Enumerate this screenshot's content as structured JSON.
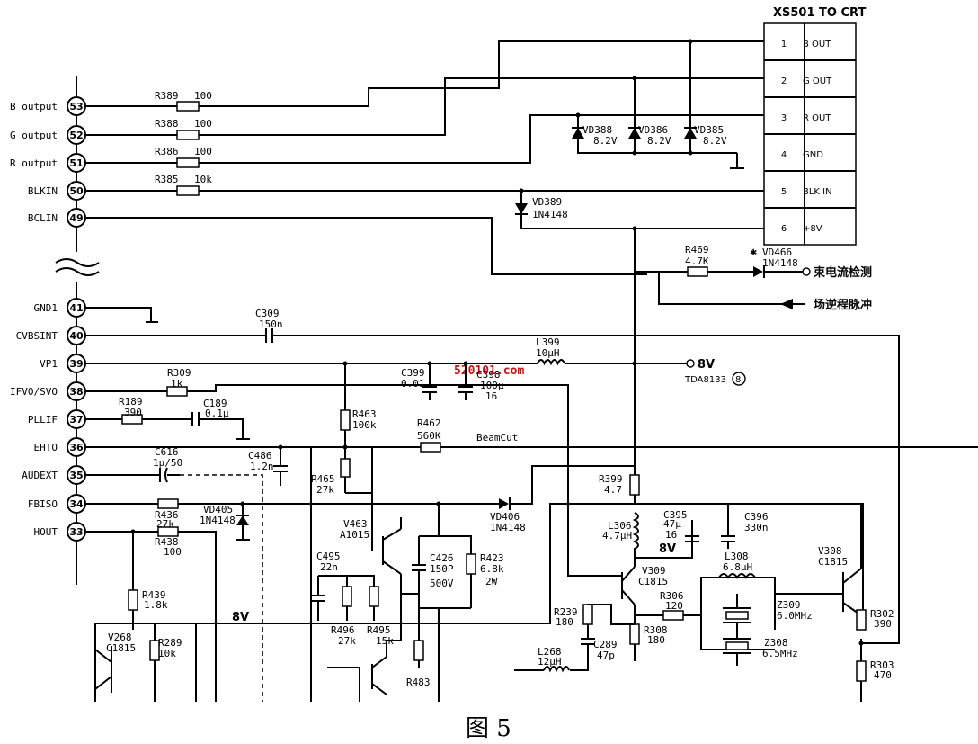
{
  "connector": {
    "title": "XS501  TO  CRT",
    "pins": [
      {
        "num": "1",
        "label": "B  OUT"
      },
      {
        "num": "2",
        "label": "G  OUT"
      },
      {
        "num": "3",
        "label": "R  OUT"
      },
      {
        "num": "4",
        "label": "GND"
      },
      {
        "num": "5",
        "label": "BLK  IN"
      },
      {
        "num": "6",
        "label": "+8V"
      }
    ]
  },
  "ic_pins": [
    {
      "num": "53",
      "label": "B output"
    },
    {
      "num": "52",
      "label": "G output"
    },
    {
      "num": "51",
      "label": "R output"
    },
    {
      "num": "50",
      "label": "BLKIN"
    },
    {
      "num": "49",
      "label": "BCLIN"
    },
    {
      "num": "41",
      "label": "GND1"
    },
    {
      "num": "40",
      "label": "CVBSINT"
    },
    {
      "num": "39",
      "label": "VP1"
    },
    {
      "num": "38",
      "label": "IFVO/SVO"
    },
    {
      "num": "37",
      "label": "PLLIF"
    },
    {
      "num": "36",
      "label": "EHTO"
    },
    {
      "num": "35",
      "label": "AUDEXT"
    },
    {
      "num": "34",
      "label": "FBISO"
    },
    {
      "num": "33",
      "label": "HOUT"
    }
  ],
  "components": {
    "r389": {
      "ref": "R389",
      "val": "100"
    },
    "r388": {
      "ref": "R388",
      "val": "100"
    },
    "r386": {
      "ref": "R386",
      "val": "100"
    },
    "r385": {
      "ref": "R385",
      "val": "10k"
    },
    "vd388": {
      "ref": "VD388",
      "val": "8.2V"
    },
    "vd386": {
      "ref": "VD386",
      "val": "8.2V"
    },
    "vd385": {
      "ref": "VD385",
      "val": "8.2V"
    },
    "vd389": {
      "ref": "VD389",
      "val": "1N4148"
    },
    "r469": {
      "ref": "R469",
      "val": "4.7K"
    },
    "vd466": {
      "ref": "VD466",
      "val": "1N4148"
    },
    "c309": {
      "ref": "C309",
      "val": "150n"
    },
    "l399": {
      "ref": "L399",
      "val": "10µH"
    },
    "c399": {
      "ref": "C399",
      "val": "0.01"
    },
    "c398": {
      "ref": "C398",
      "val": "100µ",
      "volt": "16"
    },
    "r309": {
      "ref": "R309",
      "val": "1k"
    },
    "r189": {
      "ref": "R189",
      "val": "390"
    },
    "c189": {
      "ref": "C189",
      "val": "0.1µ"
    },
    "r463": {
      "ref": "R463",
      "val": "100k"
    },
    "r462": {
      "ref": "R462",
      "val": "560K"
    },
    "c616": {
      "ref": "C616",
      "val": "1µ/50"
    },
    "c486": {
      "ref": "C486",
      "val": "1.2n"
    },
    "r465": {
      "ref": "R465",
      "val": "27k"
    },
    "r436": {
      "ref": "R436",
      "val": "27k"
    },
    "r438": {
      "ref": "R438",
      "val": "100"
    },
    "vd405": {
      "ref": "VD405",
      "val": "1N4148"
    },
    "vd406": {
      "ref": "VD406",
      "val": "1N4148"
    },
    "v463": {
      "ref": "V463",
      "val": "A1015"
    },
    "c495": {
      "ref": "C495",
      "val": "22n"
    },
    "c426": {
      "ref": "C426",
      "val": "150P",
      "volt": "500V"
    },
    "r423": {
      "ref": "R423",
      "val": "6.8k",
      "volt": "2W"
    },
    "r496": {
      "ref": "R496",
      "val": "27k"
    },
    "r495": {
      "ref": "R495",
      "val": "15k"
    },
    "r483": {
      "ref": "R483",
      "val": ""
    },
    "r439": {
      "ref": "R439",
      "val": "1.8k"
    },
    "v268": {
      "ref": "V268",
      "val": "C1815"
    },
    "r289": {
      "ref": "R289",
      "val": "10k"
    },
    "r399": {
      "ref": "R399",
      "val": "4.7"
    },
    "l306": {
      "ref": "L306",
      "val": "4.7µH"
    },
    "c395": {
      "ref": "C395",
      "val": "47µ",
      "volt": "16"
    },
    "c396": {
      "ref": "C396",
      "val": "330n"
    },
    "v309": {
      "ref": "V309",
      "val": "C1815"
    },
    "l308": {
      "ref": "L308",
      "val": "6.8µH"
    },
    "r306": {
      "ref": "R306",
      "val": "120"
    },
    "r239": {
      "ref": "R239",
      "val": "180"
    },
    "r308": {
      "ref": "R308",
      "val": "180"
    },
    "z309": {
      "ref": "Z309",
      "val": "6.0MHz"
    },
    "z308": {
      "ref": "Z308",
      "val": "6.5MHz"
    },
    "l268": {
      "ref": "L268",
      "val": "12µH"
    },
    "c289": {
      "ref": "C289",
      "val": "47p"
    },
    "v308": {
      "ref": "V308",
      "val": "C1815"
    },
    "r302": {
      "ref": "R302",
      "val": "390"
    },
    "r303": {
      "ref": "R303",
      "val": "470"
    }
  },
  "labels": {
    "eight_v_top": "8V",
    "tda": "TDA8133",
    "tda_pin": "8",
    "beam_cut": "BeamCut",
    "beam_detect": "束电流检测",
    "flyback_pulse": "场逆程脉冲",
    "asterisk": "✱",
    "eight_v_mid": "8V",
    "eight_v_left": "8V",
    "watermark": "520101.com",
    "figure_caption": "图 5"
  },
  "colors": {
    "ink": "#000000",
    "watermark": "#d01010",
    "paper": "#ffffff"
  }
}
